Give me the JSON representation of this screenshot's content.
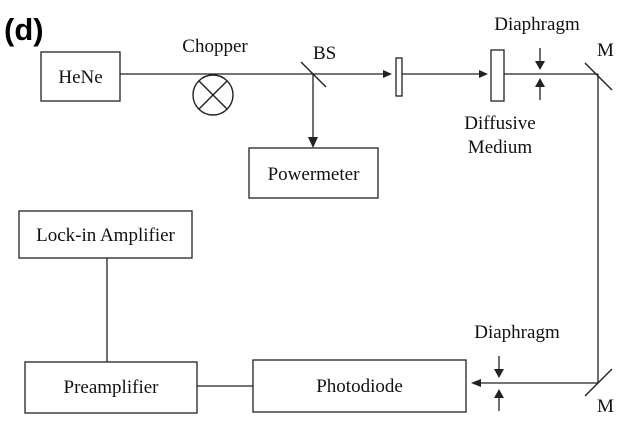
{
  "panel_label": "(d)",
  "components": {
    "laser": "HeNe",
    "chopper": "Chopper",
    "beam_splitter": "BS",
    "diaphragm_top": "Diaphragm",
    "mirror_top": "M",
    "diffusive_line1": "Diffusive",
    "diffusive_line2": "Medium",
    "powermeter": "Powermeter",
    "lock_in": "Lock-in Amplifier",
    "diaphragm_bottom": "Diaphragm",
    "mirror_bottom": "M",
    "preamplifier": "Preamplifier",
    "photodiode": "Photodiode"
  },
  "colors": {
    "line": "#222222",
    "text": "#111111",
    "background": "#ffffff"
  }
}
